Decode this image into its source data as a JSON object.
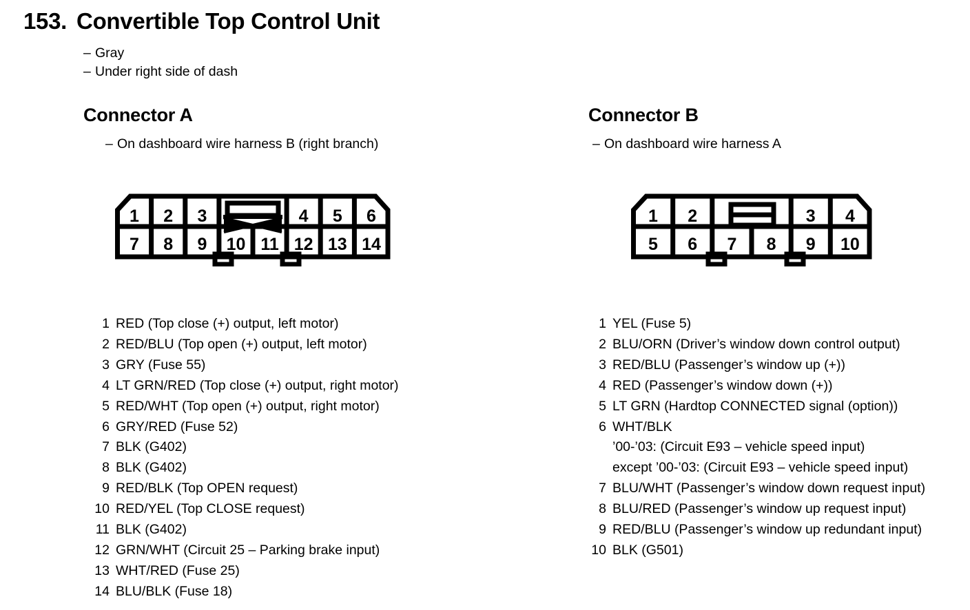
{
  "header": {
    "number": "153.",
    "title": "Convertible Top Control Unit",
    "bullets": [
      "Gray",
      "Under right side of dash"
    ],
    "dash": "–"
  },
  "connectors": [
    {
      "key": "a",
      "title": "Connector A",
      "subtitle": "On dashboard wire harness B (right branch)",
      "dash": "–",
      "diagram": {
        "type": "connector-housing",
        "top_row": [
          "1",
          "2",
          "3",
          "",
          "",
          "4",
          "5",
          "6"
        ],
        "bottom_row": [
          "7",
          "8",
          "9",
          "10",
          "11",
          "12",
          "13",
          "14"
        ],
        "latch_style": "bowtie-slot",
        "latch_span_columns": [
          3,
          4
        ],
        "chamfer_corners": [
          "top-left",
          "top-right"
        ],
        "bottom_tabs": 2,
        "cell_count": 8
      },
      "pins": [
        {
          "num": "1",
          "desc": "RED (Top close (+) output, left motor)"
        },
        {
          "num": "2",
          "desc": "RED/BLU (Top open (+) output, left motor)"
        },
        {
          "num": "3",
          "desc": "GRY (Fuse 55)"
        },
        {
          "num": "4",
          "desc": "LT GRN/RED (Top close (+) output, right motor)"
        },
        {
          "num": "5",
          "desc": "RED/WHT (Top open (+) output, right motor)"
        },
        {
          "num": "6",
          "desc": "GRY/RED (Fuse 52)"
        },
        {
          "num": "7",
          "desc": "BLK (G402)"
        },
        {
          "num": "8",
          "desc": "BLK (G402)"
        },
        {
          "num": "9",
          "desc": "RED/BLK (Top OPEN request)"
        },
        {
          "num": "10",
          "desc": "RED/YEL (Top CLOSE request)"
        },
        {
          "num": "11",
          "desc": "BLK (G402)"
        },
        {
          "num": "12",
          "desc": "GRN/WHT (Circuit 25 – Parking brake input)"
        },
        {
          "num": "13",
          "desc": "WHT/RED (Fuse 25)"
        },
        {
          "num": "14",
          "desc": "BLU/BLK (Fuse 18)"
        }
      ]
    },
    {
      "key": "b",
      "title": "Connector B",
      "subtitle": "On dashboard wire harness A",
      "dash": "–",
      "diagram": {
        "type": "connector-housing",
        "top_row": [
          "1",
          "2",
          "",
          "",
          "3",
          "4"
        ],
        "bottom_row": [
          "5",
          "6",
          "7",
          "8",
          "9",
          "10"
        ],
        "latch_style": "double-bar-slot",
        "latch_span_columns": [
          2,
          3
        ],
        "chamfer_corners": [
          "top-left",
          "top-right"
        ],
        "bottom_tabs": 2,
        "cell_count": 6
      },
      "pins": [
        {
          "num": "1",
          "desc": "YEL (Fuse 5)"
        },
        {
          "num": "2",
          "desc": "BLU/ORN (Driver’s window down control output)"
        },
        {
          "num": "3",
          "desc": "RED/BLU (Passenger’s window up (+))"
        },
        {
          "num": "4",
          "desc": "RED (Passenger’s window down (+))"
        },
        {
          "num": "5",
          "desc": "LT GRN (Hardtop CONNECTED signal (option))"
        },
        {
          "num": "6",
          "desc": "WHT/BLK",
          "sublines": [
            "’00-’03: (Circuit E93 – vehicle speed input)",
            "except ’00-’03: (Circuit E93 – vehicle speed input)"
          ]
        },
        {
          "num": "7",
          "desc": "BLU/WHT (Passenger’s window down request input)"
        },
        {
          "num": "8",
          "desc": "BLU/RED (Passenger’s window up request input)"
        },
        {
          "num": "9",
          "desc": "RED/BLU (Passenger’s window up redundant input)"
        },
        {
          "num": "10",
          "desc": "BLK (G501)"
        }
      ]
    }
  ],
  "colors": {
    "ink": "#000000",
    "paper": "#ffffff"
  }
}
